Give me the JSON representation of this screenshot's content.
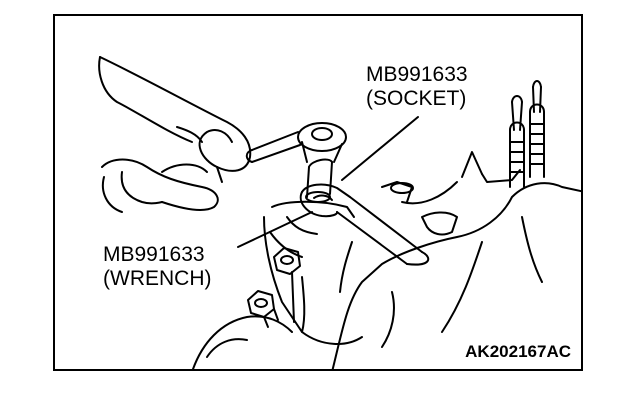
{
  "callouts": {
    "socket": {
      "part_number": "MB991633",
      "name": "(SOCKET)"
    },
    "wrench": {
      "part_number": "MB991633",
      "name": "(WRENCH)"
    }
  },
  "figure_id": "AK202167AC",
  "colors": {
    "line": "#000000",
    "background": "#ffffff"
  }
}
